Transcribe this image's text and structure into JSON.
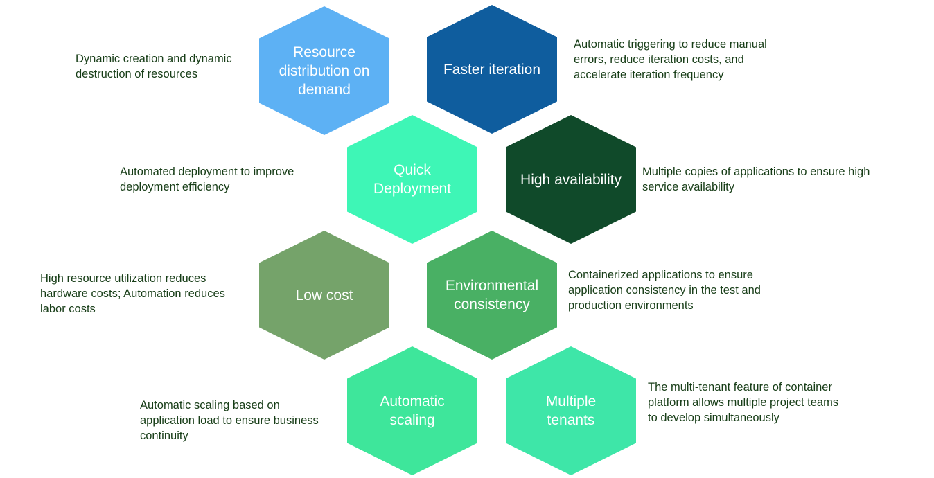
{
  "hexagons": [
    {
      "id": "resource",
      "label": "Resource\ndistribution on\ndemand",
      "color": "#5db1f4"
    },
    {
      "id": "faster",
      "label": "Faster iteration",
      "color": "#0f5d9e"
    },
    {
      "id": "quick",
      "label": "Quick\nDeployment",
      "color": "#3ef6b6"
    },
    {
      "id": "availability",
      "label": "High availability",
      "color": "#104a2a"
    },
    {
      "id": "lowcost",
      "label": "Low cost",
      "color": "#75a36a"
    },
    {
      "id": "environment",
      "label": "Environmental\nconsistency",
      "color": "#49b064"
    },
    {
      "id": "scaling",
      "label": "Automatic\nscaling",
      "color": "#3ee69b"
    },
    {
      "id": "tenants",
      "label": "Multiple\ntenants",
      "color": "#3ee6a8"
    }
  ],
  "descriptions": [
    {
      "id": "resource",
      "text": "Dynamic creation and dynamic\ndestruction of resources"
    },
    {
      "id": "faster",
      "text": "Automatic triggering to reduce manual\nerrors, reduce iteration costs, and\naccelerate iteration frequency"
    },
    {
      "id": "quick",
      "text": "Automated deployment to improve\ndeployment efficiency"
    },
    {
      "id": "availability",
      "text": "Multiple copies of applications to ensure high\nservice availability"
    },
    {
      "id": "lowcost",
      "text": "High resource utilization reduces\nhardware costs; Automation reduces\nlabor costs"
    },
    {
      "id": "environment",
      "text": "Containerized applications to ensure\napplication consistency in the test and\nproduction environments"
    },
    {
      "id": "scaling",
      "text": "Automatic scaling based on\napplication load to ensure business\ncontinuity"
    },
    {
      "id": "tenants",
      "text": "The multi-tenant feature of container\nplatform allows multiple project teams\nto develop simultaneously"
    }
  ]
}
